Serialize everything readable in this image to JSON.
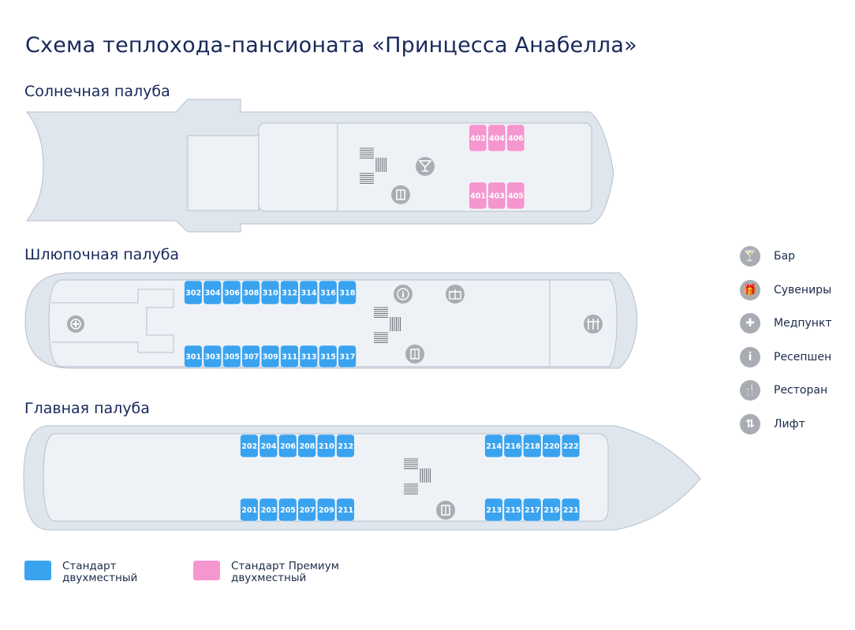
{
  "title": "Схема теплохода-пансионата «Принцесса Анабелла»",
  "colors": {
    "hull": "#dfe6ee",
    "hull_stroke": "#b5c0cc",
    "inner": "#eef2f6",
    "standard": "#3aa3f0",
    "premium": "#f596cf",
    "icon": "#a9adb3"
  },
  "decks": [
    {
      "id": "sun",
      "name": "Солнечная палуба",
      "top_row": [
        "402",
        "404",
        "406"
      ],
      "bottom_row": [
        "401",
        "403",
        "405"
      ],
      "cabin_class": "premium"
    },
    {
      "id": "boat",
      "name": "Шлюпочная палуба",
      "top_row": [
        "302",
        "304",
        "306",
        "308",
        "310",
        "312",
        "314",
        "316",
        "318"
      ],
      "bottom_row": [
        "301",
        "303",
        "305",
        "307",
        "309",
        "311",
        "313",
        "315",
        "317"
      ],
      "cabin_class": "standard"
    },
    {
      "id": "main",
      "name": "Главная палуба",
      "top_row_fwd": [
        "202",
        "204",
        "206",
        "208",
        "210",
        "212"
      ],
      "top_row_aft": [
        "214",
        "216",
        "218",
        "220",
        "222"
      ],
      "bottom_row_fwd": [
        "201",
        "203",
        "205",
        "207",
        "209",
        "211"
      ],
      "bottom_row_aft": [
        "213",
        "215",
        "217",
        "219",
        "221"
      ],
      "cabin_class": "standard"
    }
  ],
  "amenities_legend": [
    {
      "icon": "bar-icon",
      "glyph": "🍸",
      "label": "Бар"
    },
    {
      "icon": "souvenir-icon",
      "glyph": "🎁",
      "label": "Сувениры"
    },
    {
      "icon": "medical-icon",
      "glyph": "✚",
      "label": "Медпункт"
    },
    {
      "icon": "reception-icon",
      "glyph": "i",
      "label": "Ресепшен"
    },
    {
      "icon": "restaurant-icon",
      "glyph": "🍴",
      "label": "Ресторан"
    },
    {
      "icon": "elevator-icon",
      "glyph": "⇅",
      "label": "Лифт"
    }
  ],
  "cabin_legend": {
    "standard": "Стандарт двухместный",
    "standard_line1": "Стандарт",
    "standard_line2": "двухместный",
    "premium_line1": "Стандарт Премиум",
    "premium_line2": "двухместный"
  }
}
